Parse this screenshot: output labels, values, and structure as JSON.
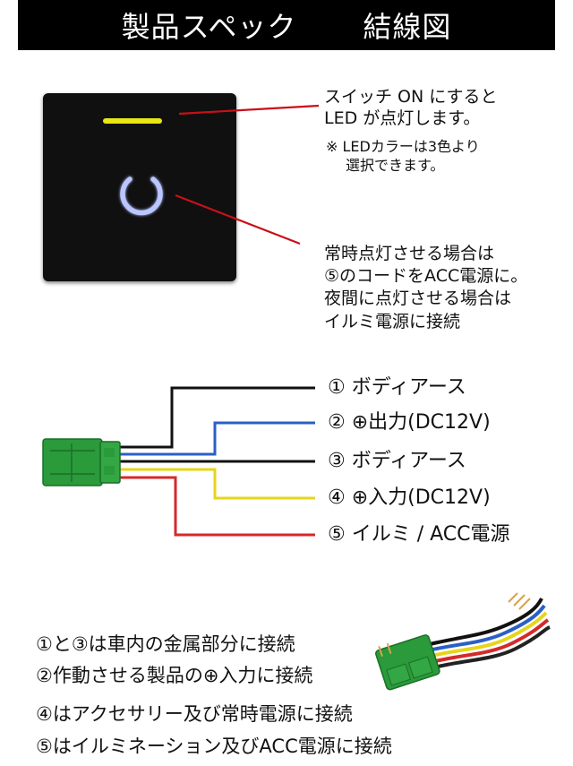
{
  "header": {
    "title_left": "製品スペック",
    "title_right": "結線図"
  },
  "callout_top": {
    "line1": "スイッチ ON にすると",
    "line2": "LED が点灯します。",
    "note1": "※ LEDカラーは3色より",
    "note2": "選択できます。"
  },
  "callout_bottom": {
    "line1": "常時点灯させる場合は",
    "line2": "⑤のコードをACC電源に。",
    "line3": "夜間に点灯させる場合は",
    "line4": "イルミ電源に接続"
  },
  "wires": [
    {
      "label": "① ボディアース",
      "color": "#111111"
    },
    {
      "label": "② ⊕出力(DC12V)",
      "color": "#2b5fc4"
    },
    {
      "label": "③ ボディアース",
      "color": "#111111"
    },
    {
      "label": "④ ⊕入力(DC12V)",
      "color": "#e6d51a"
    },
    {
      "label": "⑤ イルミ / ACC電源",
      "color": "#d42a2a"
    }
  ],
  "connections": [
    "①と③は車内の金属部分に接続",
    "②作動させる製品の⊕入力に接続",
    "④はアクセサリー及び常時電源に接続",
    "⑤はイルミネーション及びACC電源に接続"
  ],
  "colors": {
    "led": "#e8e614",
    "power_glow": "#b9c6ff",
    "pointer": "#c8101a",
    "connector": "#2a9a3a"
  }
}
